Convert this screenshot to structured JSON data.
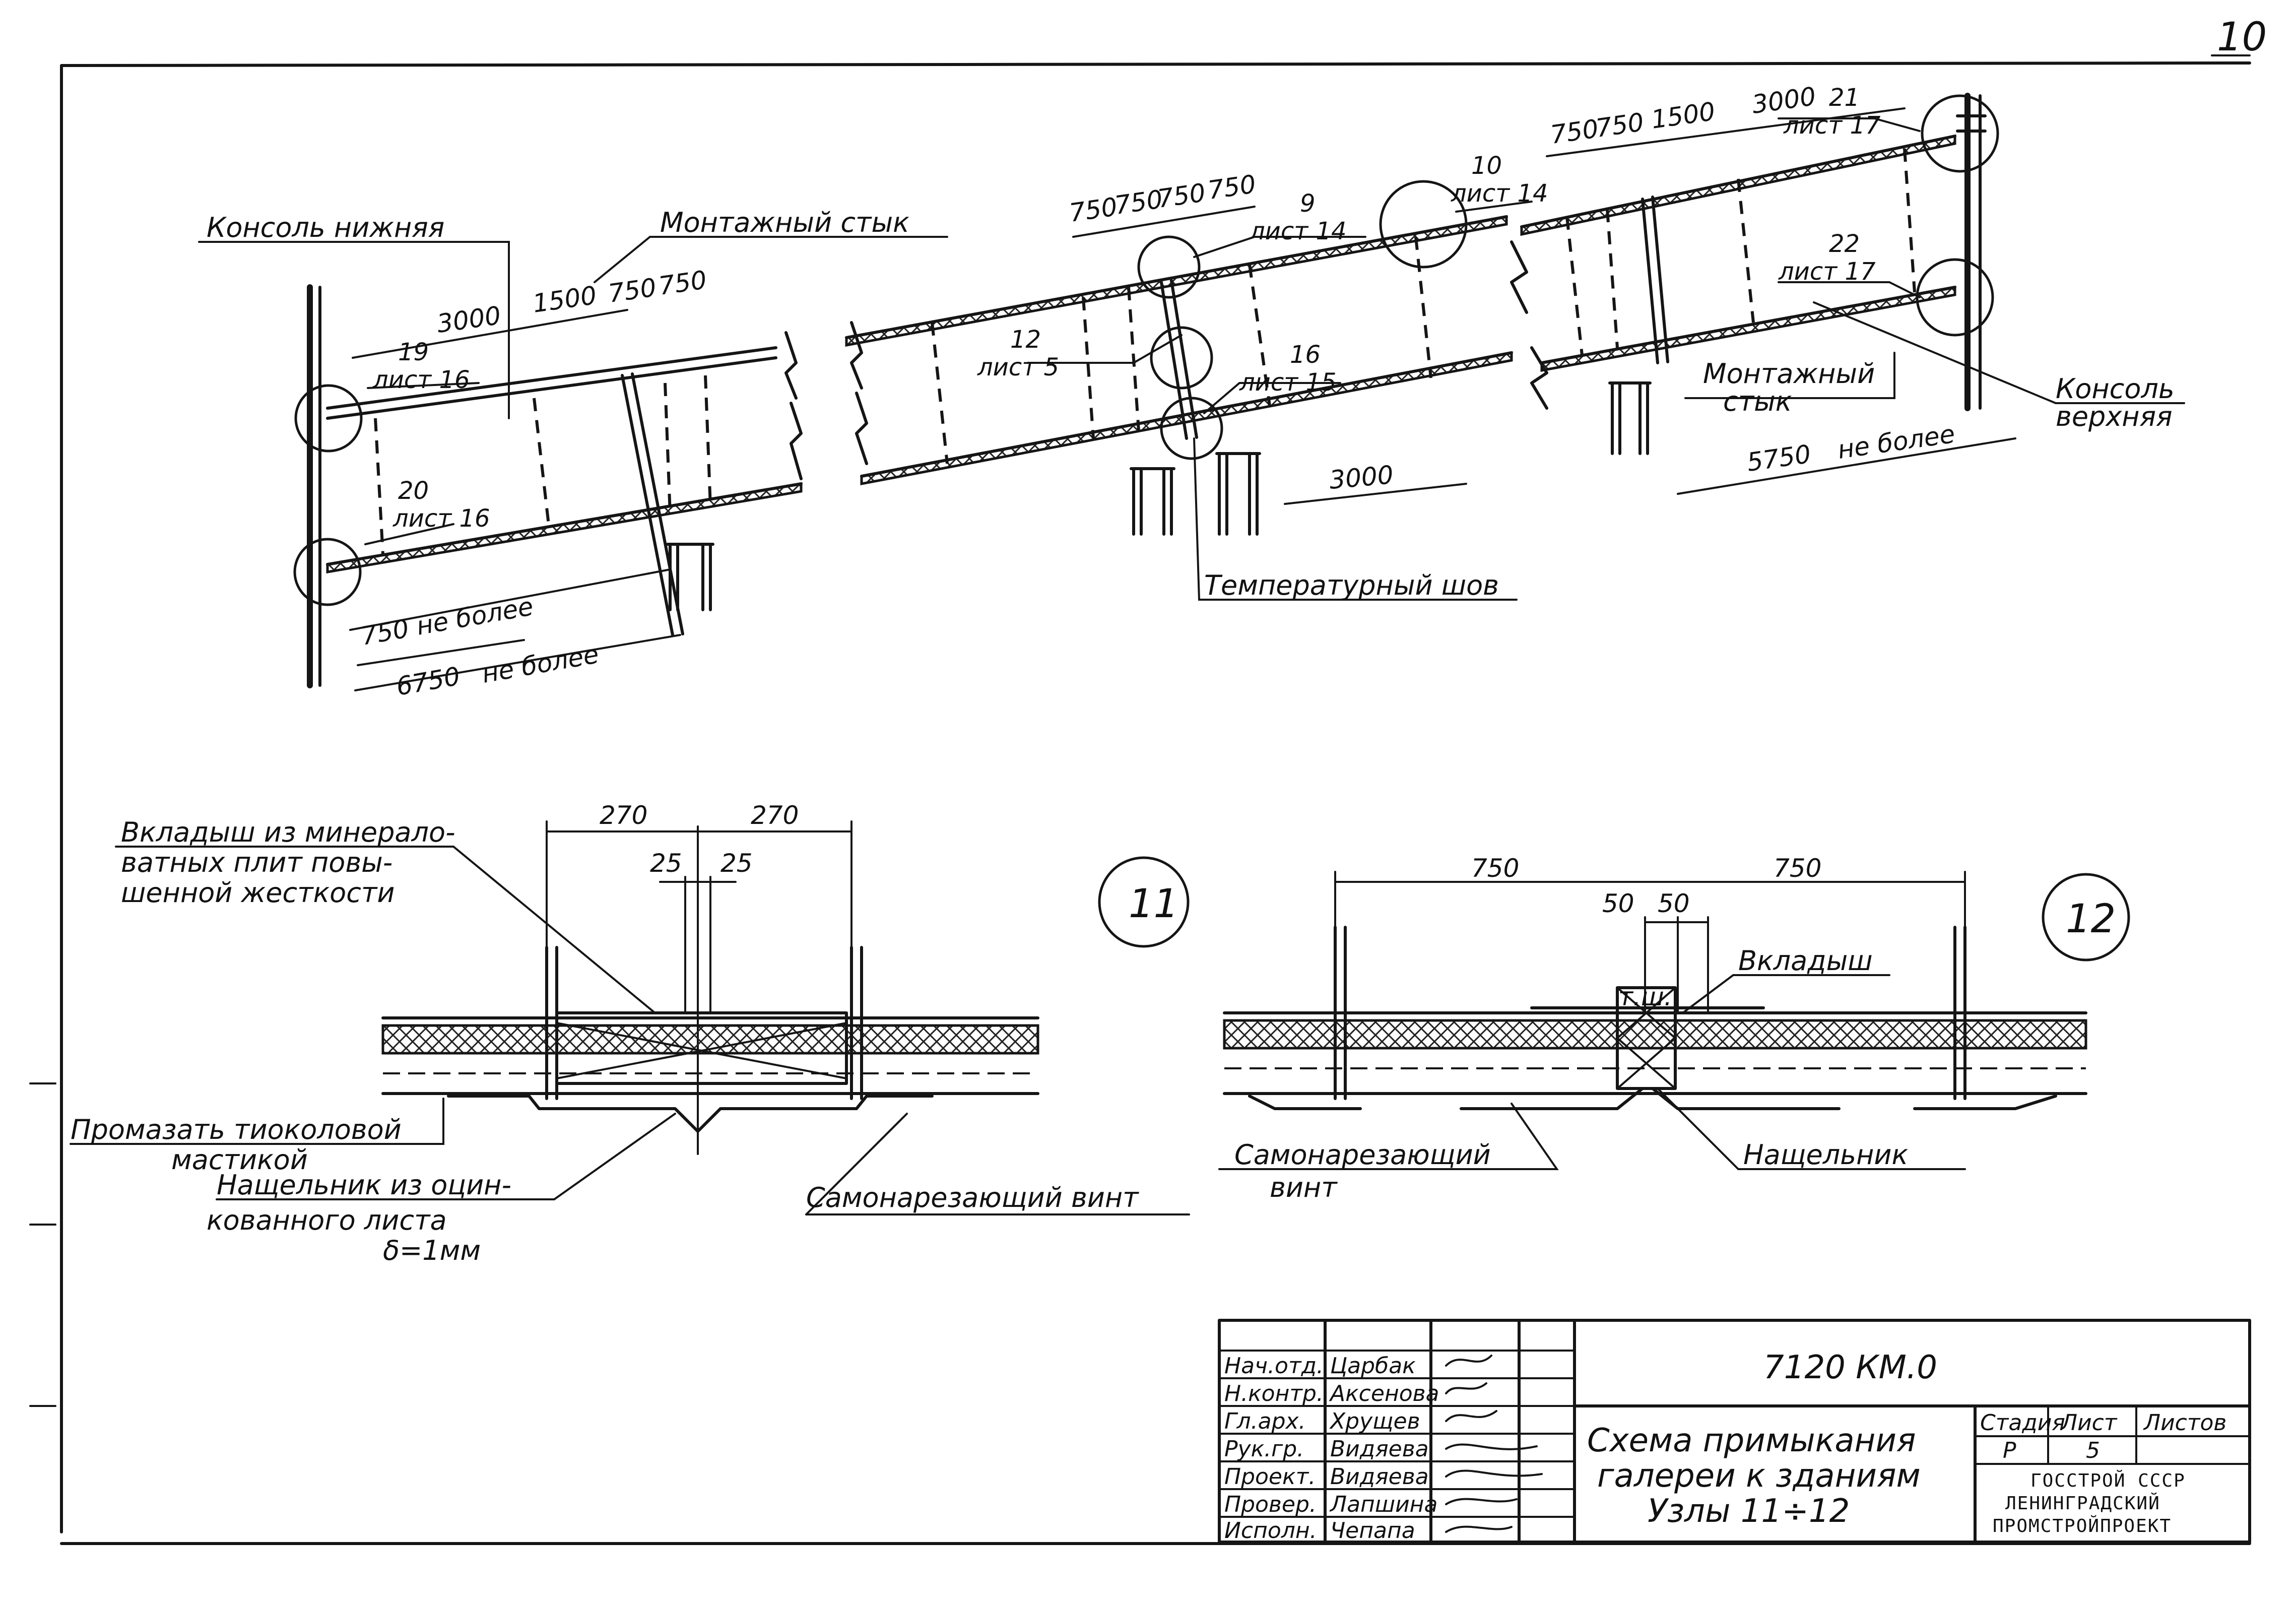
{
  "page_number": "10",
  "elevation": {
    "labels": {
      "console_lower": "Консоль нижняя",
      "mount_joint_left": "Монтажный стык",
      "mount_joint_right_1": "Монтажный",
      "mount_joint_right_2": "стык",
      "console_upper_1": "Консоль",
      "console_upper_2": "верхняя",
      "temp_seam": "Температурный шов"
    },
    "dims": {
      "d3000_left": "3000",
      "d1500_left": "1500",
      "d750a_left": "750",
      "d750b_left": "750",
      "d750_not_more": "750",
      "not_more_a": "не более",
      "d6750": "6750",
      "not_more_b": "не более",
      "mid_750a": "750",
      "mid_750b": "750",
      "mid_750c": "750",
      "mid_750d": "750",
      "d3000_mid": "3000",
      "right_750a": "750",
      "right_750b": "750",
      "right_1500": "1500",
      "right_3000": "3000",
      "d5750": "5750",
      "not_more_c": "не более"
    },
    "refs": [
      {
        "num": "19",
        "sheet": "лист 16"
      },
      {
        "num": "20",
        "sheet": "лист 16"
      },
      {
        "num": "12",
        "sheet": "лист 5"
      },
      {
        "num": "9",
        "sheet": "лист 14"
      },
      {
        "num": "16",
        "sheet": "лист 15"
      },
      {
        "num": "10",
        "sheet": "лист 14"
      },
      {
        "num": "21",
        "sheet": "лист 17"
      },
      {
        "num": "22",
        "sheet": "лист 17"
      }
    ]
  },
  "node11": {
    "number": "11",
    "dim_270a": "270",
    "dim_270b": "270",
    "dim_25a": "25",
    "dim_25b": "25",
    "insert_1": "Вкладыш из минерало-",
    "insert_2": "ватных плит повы-",
    "insert_3": "шенной жесткости",
    "coat_1": "Промазать тиоколовой",
    "coat_2": "мастикой",
    "strip_1": "Нащельник из оцин-",
    "strip_2": "кованного листа",
    "strip_3": "δ=1мм",
    "screw": "Самонарезающий винт"
  },
  "node12": {
    "number": "12",
    "dim_750a": "750",
    "dim_750b": "750",
    "dim_50a": "50",
    "dim_50b": "50",
    "seam_mark": "т.ш.",
    "insert": "Вкладыш",
    "screw_1": "Самонарезающий",
    "screw_2": "винт",
    "strip": "Нащельник"
  },
  "title_block": {
    "doc_code": "7120 КМ.0",
    "title_1": "Схема примыкания",
    "title_2": "галереи к зданиям",
    "title_3": "Узлы 11÷12",
    "roles": [
      "Нач.отд.",
      "Н.контр.",
      "Гл.арх.",
      "Рук.гр.",
      "Проект.",
      "Провер.",
      "Исполн."
    ],
    "names": [
      "Царбак",
      "Аксенова",
      "Хрущев",
      "Видяева",
      "Видяева",
      "Лапшина",
      "Чепапа"
    ],
    "stage_hdr": "Стадия",
    "sheet_hdr": "Лист",
    "sheets_hdr": "Листов",
    "stage": "Р",
    "sheet": "5",
    "sheets": "",
    "org_1": "ГОССТРОЙ СССР",
    "org_2": "ЛЕНИНГРАДСКИЙ",
    "org_3": "ПРОМСТРОЙПРОЕКТ"
  }
}
